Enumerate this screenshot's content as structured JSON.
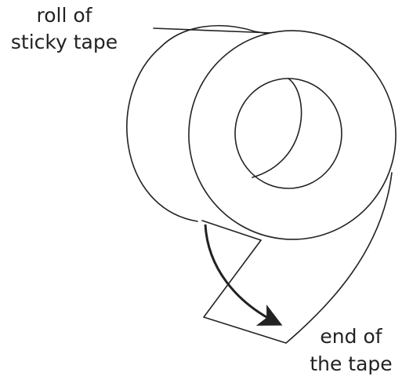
{
  "diagram": {
    "labels": {
      "roll": {
        "line1": "roll of",
        "line2": "sticky tape"
      },
      "end": {
        "line1": "end of",
        "line2": "the tape"
      }
    },
    "colors": {
      "stroke": "#222222",
      "fill": "#ffffff"
    }
  }
}
